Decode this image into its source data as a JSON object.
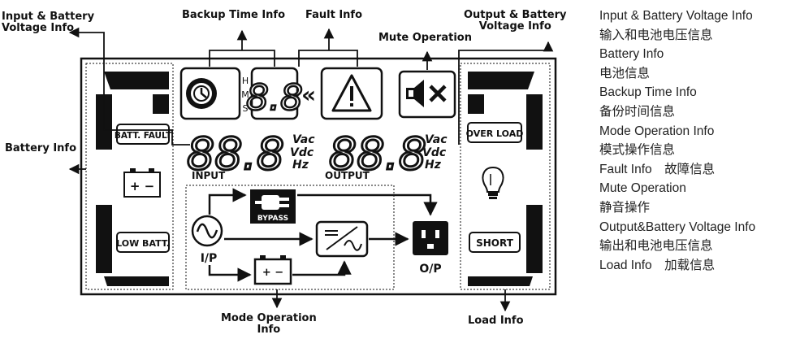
{
  "callouts": {
    "input_battery_voltage": [
      "Input & Battery",
      "Voltage Info"
    ],
    "backup_time": "Backup Time Info",
    "fault": "Fault Info",
    "mute_operation": "Mute Operation",
    "output_battery_voltage": [
      "Output & Battery",
      "Voltage Info"
    ],
    "battery_info": "Battery Info",
    "mode_operation": [
      "Mode Operation",
      "Info"
    ],
    "load_info": "Load Info"
  },
  "lcd": {
    "batt_fault": "BATT. FAULT",
    "low_batt": "LOW BATT.",
    "over_load": "OVER LOAD",
    "short": "SHORT",
    "time_units": [
      "H",
      "M",
      "S"
    ],
    "time_digits": "8.8",
    "chevrons": "«",
    "input_digits": "88.8",
    "output_digits": "88.8",
    "units": [
      "Vac",
      "Vdc",
      "Hz"
    ],
    "input_label": "INPUT",
    "output_label": "OUTPUT",
    "bypass_label": "BYPASS",
    "ip_label": "I/P",
    "op_label": "O/P",
    "battery_signs": "+ −"
  },
  "legend": [
    "Input & Battery Voltage Info",
    "输入和电池电压信息",
    "Battery Info",
    "电池信息",
    "Backup Time Info",
    "备份时间信息",
    "Mode Operation Info",
    "模式操作信息",
    "Fault Info　故障信息",
    "Mute Operation",
    "静音操作",
    "Output&Battery Voltage Info",
    "输出和电池电压信息",
    "Load Info　加载信息"
  ]
}
